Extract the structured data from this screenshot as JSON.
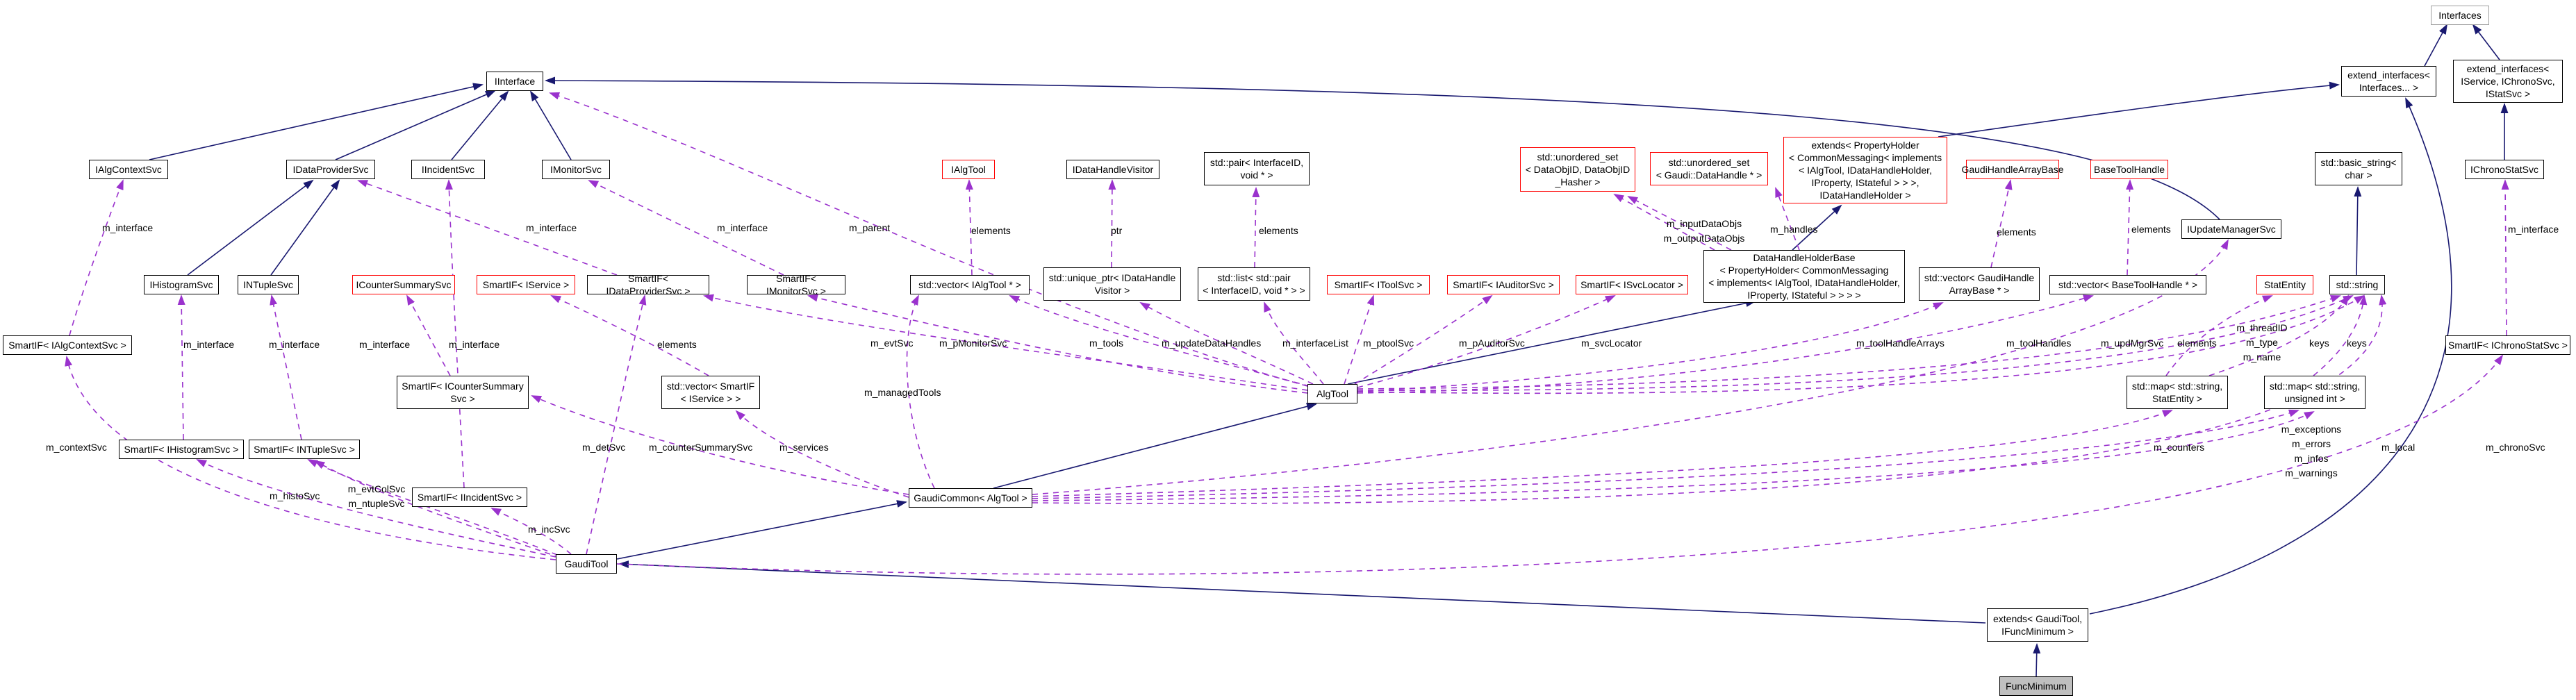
{
  "diagram": {
    "kind": "doxygen-collaboration-graph",
    "current_class": "FuncMinimum",
    "colors": {
      "inheritance_edge": "#191970",
      "usage_edge": "#9a32cd",
      "node_border": "#000000",
      "external_node_border": "#ff0000",
      "grayed_node_border": "#9e9e9e",
      "current_node_fill": "#bfbfbf",
      "background": "#ffffff"
    }
  },
  "nodes": {
    "iinterface": "IInterface",
    "ialgcontextsvc": "IAlgContextSvc",
    "idataprovidersvc": "IDataProviderSvc",
    "iincidentsvc": "IIncidentSvc",
    "imonitorsvc": "IMonitorSvc",
    "ialgtool": "IAlgTool",
    "idatahandlevisitor": "IDataHandleVisitor",
    "stdpair": "std::pair< InterfaceID,\nvoid * >",
    "uset_dataobjid": "std::unordered_set\n< DataObjID, DataObjID\n_Hasher >",
    "uset_datahandle": "std::unordered_set\n< Gaudi::DataHandle * >",
    "ext_propertyholder": "extends< PropertyHolder\n< CommonMessaging< implements\n< IAlgTool, IDataHandleHolder,\nIProperty, IStateful > > >,\nIDataHandleHolder >",
    "gaudihandlearraybase": "GaudiHandleArrayBase",
    "basetoolhandle": "BaseToolHandle",
    "basic_string": "std::basic_string<\nchar >",
    "ichronostatsvc": "IChronoStatSvc",
    "interfaces": "Interfaces",
    "extintf": "extend_interfaces<\nInterfaces... >",
    "extintf_svc": "extend_interfaces<\nIService, IChronoSvc,\nIStatSvc >",
    "iupdatemanagersvc": "IUpdateManagerSvc",
    "ihistogramsvc": "IHistogramSvc",
    "intuplesvc": "INTupleSvc",
    "icountersummarysvc": "ICounterSummarySvc",
    "smartif_iservice": "SmartIF< IService >",
    "smartif_idataprovidersvc": "SmartIF< IDataProviderSvc >",
    "smartif_imonitorsvc": "SmartIF< IMonitorSvc >",
    "vector_ialgtool": "std::vector< IAlgTool * >",
    "uniqueptr_visitor": "std::unique_ptr< IDataHandle\nVisitor >",
    "list_pair": "std::list< std::pair\n< InterfaceID, void * > >",
    "smartif_itoolsvc": "SmartIF< IToolSvc >",
    "smartif_iauditorsvc": "SmartIF< IAuditorSvc >",
    "smartif_isvclocator": "SmartIF< ISvcLocator >",
    "dhb": "DataHandleHolderBase\n< PropertyHolder< CommonMessaging\n< implements< IAlgTool, IDataHandleHolder,\nIProperty, IStateful > > > >",
    "vector_gha": "std::vector< GaudiHandle\nArrayBase * >",
    "vector_bth": "std::vector< BaseToolHandle * >",
    "statentity": "StatEntity",
    "stdstring": "std::string",
    "smartif_ialgcontextsvc": "SmartIF< IAlgContextSvc >",
    "smartif_ichronostatsvc": "SmartIF< IChronoStatSvc >",
    "smartif_icountersummarysvc": "SmartIF< ICounterSummary\nSvc >",
    "vector_smartif_iservice": "std::vector< SmartIF\n< IService > >",
    "map_statentity": "std::map< std::string,\nStatEntity >",
    "map_uint": "std::map< std::string,\nunsigned int >",
    "smartif_ihistogramsvc": "SmartIF< IHistogramSvc >",
    "smartif_intuplesvc": "SmartIF< INTupleSvc >",
    "smartif_iincidentsvc": "SmartIF< IIncidentSvc >",
    "gaudicommon": "GaudiCommon< AlgTool >",
    "algtool": "AlgTool",
    "gauditool": "GaudiTool",
    "extends_gauditool": "extends< GaudiTool,\nIFuncMinimum >",
    "funcminimum": "FuncMinimum"
  },
  "edge_labels": {
    "mi_algcontext": "m_interface",
    "mi_dataprovider": "m_interface",
    "mi_monitor": "m_interface",
    "m_parent": "m_parent",
    "elements_algtool": "elements",
    "ptr": "ptr",
    "elements_pair": "elements",
    "input_output": "m_inputDataObjs\nm_outputDataObjs",
    "m_handles": "m_handles",
    "elements_gha": "elements",
    "elements_bth": "elements",
    "mi_chrono": "m_interface",
    "mi_histo": "m_interface",
    "mi_ntuple": "m_interface",
    "mi_countersummary": "m_interface",
    "mi_incident": "m_interface",
    "elements_service": "elements",
    "m_evtSvc": "m_evtSvc",
    "m_pMonitorSvc": "m_pMonitorSvc",
    "m_tools": "m_tools",
    "m_updateDataHandles": "m_updateDataHandles",
    "m_interfaceList": "m_interfaceList",
    "m_ptoolSvc": "m_ptoolSvc",
    "m_pAuditorSvc": "m_pAuditorSvc",
    "m_svcLocator": "m_svcLocator",
    "m_toolHandleArrays": "m_toolHandleArrays",
    "m_toolHandles": "m_toolHandles",
    "m_updMgrSvc": "m_updMgrSvc",
    "elements_statentity": "elements",
    "thread_type_name": "m_threadID\nm_type\nm_name",
    "keys1": "keys",
    "keys2": "keys",
    "m_contextSvc": "m_contextSvc",
    "m_histoSvc": "m_histoSvc",
    "evtcol_ntuple": "m_evtColSvc\nm_ntupleSvc",
    "m_incSvc": "m_incSvc",
    "m_detSvc": "m_detSvc",
    "m_counterSummarySvc": "m_counterSummarySvc",
    "m_services": "m_services",
    "m_managedTools": "m_managedTools",
    "m_counters": "m_counters",
    "exceptions_block": "m_exceptions\nm_errors\nm_infos\nm_warnings",
    "m_local": "m_local",
    "m_chronoSvc": "m_chronoSvc"
  },
  "edges": [
    {
      "from": "IAlgContextSvc",
      "to": "IInterface",
      "style": "inheritance"
    },
    {
      "from": "IDataProviderSvc",
      "to": "IInterface",
      "style": "inheritance"
    },
    {
      "from": "IIncidentSvc",
      "to": "IInterface",
      "style": "inheritance"
    },
    {
      "from": "IMonitorSvc",
      "to": "IInterface",
      "style": "inheritance"
    },
    {
      "from": "IUpdateManagerSvc",
      "to": "IInterface",
      "style": "inheritance"
    },
    {
      "from": "IHistogramSvc",
      "to": "IDataProviderSvc",
      "style": "inheritance"
    },
    {
      "from": "INTupleSvc",
      "to": "IDataProviderSvc",
      "style": "inheritance"
    },
    {
      "from": "extend_interfaces< Interfaces... >",
      "to": "Interfaces",
      "style": "inheritance"
    },
    {
      "from": "extend_interfaces< IService, IChronoSvc, IStatSvc >",
      "to": "Interfaces",
      "style": "inheritance"
    },
    {
      "from": "IChronoStatSvc",
      "to": "extend_interfaces< IService, IChronoSvc, IStatSvc >",
      "style": "inheritance"
    },
    {
      "from": "extends< PropertyHolder<...>, IDataHandleHolder >",
      "to": "extend_interfaces< Interfaces... >",
      "style": "inheritance"
    },
    {
      "from": "DataHandleHolderBase<...>",
      "to": "extends< PropertyHolder<...>, IDataHandleHolder >",
      "style": "inheritance"
    },
    {
      "from": "AlgTool",
      "to": "DataHandleHolderBase<...>",
      "style": "inheritance"
    },
    {
      "from": "GaudiCommon< AlgTool >",
      "to": "AlgTool",
      "style": "inheritance"
    },
    {
      "from": "GaudiTool",
      "to": "GaudiCommon< AlgTool >",
      "style": "inheritance"
    },
    {
      "from": "extends< GaudiTool, IFuncMinimum >",
      "to": "GaudiTool",
      "style": "inheritance"
    },
    {
      "from": "extends< GaudiTool, IFuncMinimum >",
      "to": "extend_interfaces< Interfaces... >",
      "style": "inheritance"
    },
    {
      "from": "FuncMinimum",
      "to": "extends< GaudiTool, IFuncMinimum >",
      "style": "inheritance"
    },
    {
      "from": "std::string",
      "to": "std::basic_string< char >",
      "style": "inheritance"
    },
    {
      "from": "SmartIF< IAlgContextSvc >",
      "to": "IAlgContextSvc",
      "style": "usage",
      "label": "m_interface"
    },
    {
      "from": "SmartIF< IHistogramSvc >",
      "to": "IHistogramSvc",
      "style": "usage",
      "label": "m_interface"
    },
    {
      "from": "SmartIF< INTupleSvc >",
      "to": "INTupleSvc",
      "style": "usage",
      "label": "m_interface"
    },
    {
      "from": "SmartIF< ICounterSummarySvc >",
      "to": "ICounterSummarySvc",
      "style": "usage",
      "label": "m_interface"
    },
    {
      "from": "SmartIF< IIncidentSvc >",
      "to": "IIncidentSvc",
      "style": "usage",
      "label": "m_interface"
    },
    {
      "from": "SmartIF< IDataProviderSvc >",
      "to": "IDataProviderSvc",
      "style": "usage",
      "label": "m_interface"
    },
    {
      "from": "SmartIF< IMonitorSvc >",
      "to": "IMonitorSvc",
      "style": "usage",
      "label": "m_interface"
    },
    {
      "from": "SmartIF< IChronoStatSvc >",
      "to": "IChronoStatSvc",
      "style": "usage",
      "label": "m_interface"
    },
    {
      "from": "AlgTool",
      "to": "IInterface",
      "style": "usage",
      "label": "m_parent"
    },
    {
      "from": "std::vector< IAlgTool * >",
      "to": "IAlgTool",
      "style": "usage",
      "label": "elements"
    },
    {
      "from": "std::unique_ptr< IDataHandleVisitor >",
      "to": "IDataHandleVisitor",
      "style": "usage",
      "label": "ptr"
    },
    {
      "from": "std::list< std::pair< InterfaceID, void * > >",
      "to": "std::pair< InterfaceID, void * >",
      "style": "usage",
      "label": "elements"
    },
    {
      "from": "DataHandleHolderBase<...>",
      "to": "std::unordered_set< DataObjID, DataObjID_Hasher >",
      "style": "usage",
      "label": "m_inputDataObjs"
    },
    {
      "from": "DataHandleHolderBase<...>",
      "to": "std::unordered_set< DataObjID, DataObjID_Hasher >",
      "style": "usage",
      "label": "m_outputDataObjs"
    },
    {
      "from": "DataHandleHolderBase<...>",
      "to": "std::unordered_set< Gaudi::DataHandle * >",
      "style": "usage",
      "label": "m_handles"
    },
    {
      "from": "std::vector< GaudiHandleArrayBase * >",
      "to": "GaudiHandleArrayBase",
      "style": "usage",
      "label": "elements"
    },
    {
      "from": "std::vector< BaseToolHandle * >",
      "to": "BaseToolHandle",
      "style": "usage",
      "label": "elements"
    },
    {
      "from": "AlgTool",
      "to": "SmartIF< IDataProviderSvc >",
      "style": "usage",
      "label": "m_evtSvc"
    },
    {
      "from": "AlgTool",
      "to": "SmartIF< IMonitorSvc >",
      "style": "usage",
      "label": "m_pMonitorSvc"
    },
    {
      "from": "AlgTool",
      "to": "std::vector< IAlgTool * >",
      "style": "usage",
      "label": "m_tools"
    },
    {
      "from": "AlgTool",
      "to": "std::unique_ptr< IDataHandleVisitor >",
      "style": "usage",
      "label": "m_updateDataHandles"
    },
    {
      "from": "AlgTool",
      "to": "std::list< std::pair< InterfaceID, void * > >",
      "style": "usage",
      "label": "m_interfaceList"
    },
    {
      "from": "AlgTool",
      "to": "SmartIF< IToolSvc >",
      "style": "usage",
      "label": "m_ptoolSvc"
    },
    {
      "from": "AlgTool",
      "to": "SmartIF< IAuditorSvc >",
      "style": "usage",
      "label": "m_pAuditorSvc"
    },
    {
      "from": "AlgTool",
      "to": "SmartIF< ISvcLocator >",
      "style": "usage",
      "label": "m_svcLocator"
    },
    {
      "from": "AlgTool",
      "to": "std::vector< GaudiHandleArrayBase * >",
      "style": "usage",
      "label": "m_toolHandleArrays"
    },
    {
      "from": "AlgTool",
      "to": "std::vector< BaseToolHandle * >",
      "style": "usage",
      "label": "m_toolHandles"
    },
    {
      "from": "AlgTool",
      "to": "std::string",
      "style": "usage",
      "label": "m_threadID"
    },
    {
      "from": "AlgTool",
      "to": "std::string",
      "style": "usage",
      "label": "m_type"
    },
    {
      "from": "AlgTool",
      "to": "std::string",
      "style": "usage",
      "label": "m_name"
    },
    {
      "from": "GaudiCommon< AlgTool >",
      "to": "IUpdateManagerSvc",
      "style": "usage",
      "label": "m_updMgrSvc"
    },
    {
      "from": "std::map< std::string, StatEntity >",
      "to": "StatEntity",
      "style": "usage",
      "label": "elements"
    },
    {
      "from": "std::map< std::string, StatEntity >",
      "to": "std::string",
      "style": "usage",
      "label": "keys"
    },
    {
      "from": "std::map< std::string, unsigned int >",
      "to": "std::string",
      "style": "usage",
      "label": "keys"
    },
    {
      "from": "GaudiCommon< AlgTool >",
      "to": "std::map< std::string, StatEntity >",
      "style": "usage",
      "label": "m_counters"
    },
    {
      "from": "GaudiCommon< AlgTool >",
      "to": "std::map< std::string, unsigned int >",
      "style": "usage",
      "label": "m_exceptions m_errors m_infos m_warnings"
    },
    {
      "from": "GaudiCommon< AlgTool >",
      "to": "std::string",
      "style": "usage",
      "label": "m_local"
    },
    {
      "from": "GaudiCommon< AlgTool >",
      "to": "SmartIF< ICounterSummarySvc >",
      "style": "usage",
      "label": "m_counterSummarySvc"
    },
    {
      "from": "GaudiCommon< AlgTool >",
      "to": "std::vector< SmartIF< IService > >",
      "style": "usage",
      "label": "m_services"
    },
    {
      "from": "GaudiCommon< AlgTool >",
      "to": "std::vector< IAlgTool * >",
      "style": "usage",
      "label": "m_managedTools"
    },
    {
      "from": "std::vector< SmartIF< IService > >",
      "to": "SmartIF< IService >",
      "style": "usage",
      "label": "elements"
    },
    {
      "from": "GaudiTool",
      "to": "SmartIF< IAlgContextSvc >",
      "style": "usage",
      "label": "m_contextSvc"
    },
    {
      "from": "GaudiTool",
      "to": "SmartIF< IHistogramSvc >",
      "style": "usage",
      "label": "m_histoSvc"
    },
    {
      "from": "GaudiTool",
      "to": "SmartIF< INTupleSvc >",
      "style": "usage",
      "label": "m_evtColSvc"
    },
    {
      "from": "GaudiTool",
      "to": "SmartIF< INTupleSvc >",
      "style": "usage",
      "label": "m_ntupleSvc"
    },
    {
      "from": "GaudiTool",
      "to": "SmartIF< IIncidentSvc >",
      "style": "usage",
      "label": "m_incSvc"
    },
    {
      "from": "GaudiTool",
      "to": "SmartIF< IDataProviderSvc >",
      "style": "usage",
      "label": "m_detSvc"
    },
    {
      "from": "GaudiTool",
      "to": "SmartIF< IChronoStatSvc >",
      "style": "usage",
      "label": "m_chronoSvc"
    }
  ]
}
